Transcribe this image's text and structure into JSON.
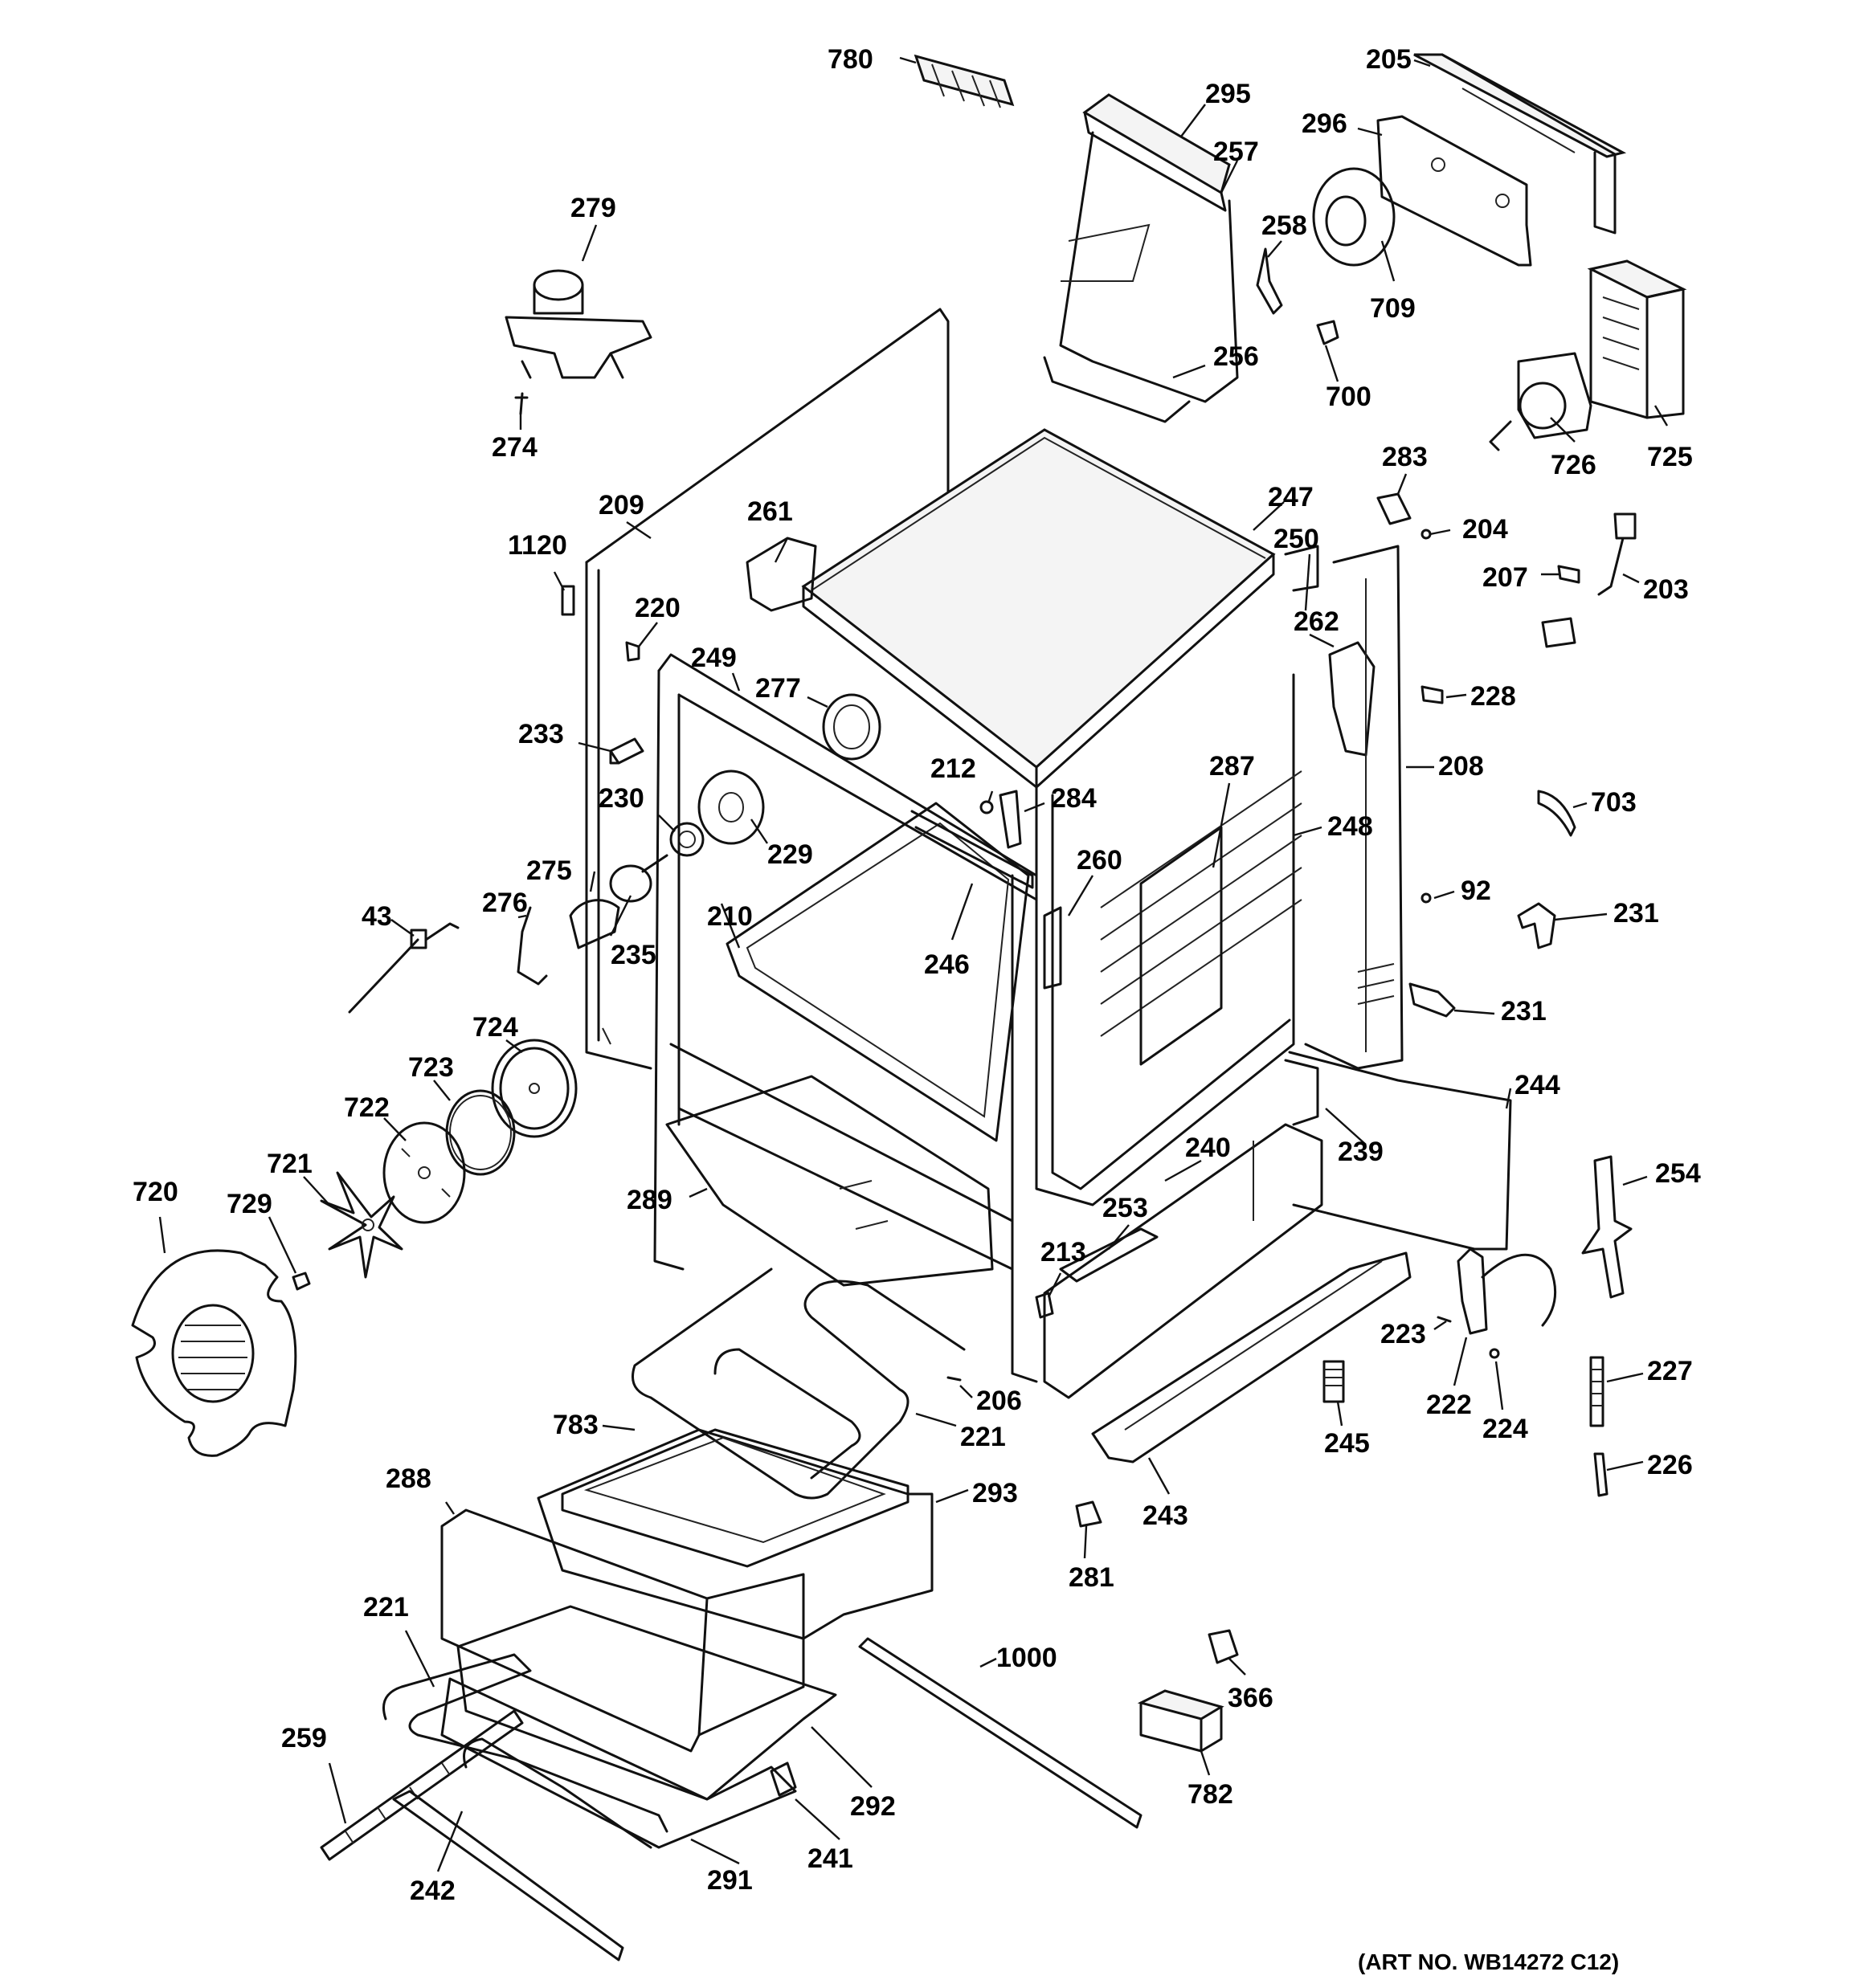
{
  "art_number": "(ART NO. WB14272 C12)",
  "labels": [
    {
      "id": "780",
      "text": "780"
    },
    {
      "id": "295",
      "text": "295"
    },
    {
      "id": "205",
      "text": "205"
    },
    {
      "id": "296",
      "text": "296"
    },
    {
      "id": "257",
      "text": "257"
    },
    {
      "id": "279",
      "text": "279"
    },
    {
      "id": "258",
      "text": "258"
    },
    {
      "id": "709",
      "text": "709"
    },
    {
      "id": "256",
      "text": "256"
    },
    {
      "id": "700",
      "text": "700"
    },
    {
      "id": "725",
      "text": "725"
    },
    {
      "id": "726",
      "text": "726"
    },
    {
      "id": "274",
      "text": "274"
    },
    {
      "id": "283",
      "text": "283"
    },
    {
      "id": "247",
      "text": "247"
    },
    {
      "id": "209",
      "text": "209"
    },
    {
      "id": "261",
      "text": "261"
    },
    {
      "id": "204",
      "text": "204"
    },
    {
      "id": "250",
      "text": "250"
    },
    {
      "id": "1120",
      "text": "1120"
    },
    {
      "id": "207",
      "text": "207"
    },
    {
      "id": "203",
      "text": "203"
    },
    {
      "id": "220",
      "text": "220"
    },
    {
      "id": "262",
      "text": "262"
    },
    {
      "id": "249",
      "text": "249"
    },
    {
      "id": "228",
      "text": "228"
    },
    {
      "id": "277",
      "text": "277"
    },
    {
      "id": "233",
      "text": "233"
    },
    {
      "id": "208",
      "text": "208"
    },
    {
      "id": "287",
      "text": "287"
    },
    {
      "id": "212",
      "text": "212"
    },
    {
      "id": "284",
      "text": "284"
    },
    {
      "id": "703",
      "text": "703"
    },
    {
      "id": "230",
      "text": "230"
    },
    {
      "id": "248",
      "text": "248"
    },
    {
      "id": "229",
      "text": "229"
    },
    {
      "id": "260",
      "text": "260"
    },
    {
      "id": "275",
      "text": "275"
    },
    {
      "id": "92",
      "text": "92"
    },
    {
      "id": "210",
      "text": "210"
    },
    {
      "id": "276",
      "text": "276"
    },
    {
      "id": "231a",
      "text": "231"
    },
    {
      "id": "43",
      "text": "43"
    },
    {
      "id": "235",
      "text": "235"
    },
    {
      "id": "246",
      "text": "246"
    },
    {
      "id": "231b",
      "text": "231"
    },
    {
      "id": "724",
      "text": "724"
    },
    {
      "id": "723",
      "text": "723"
    },
    {
      "id": "244",
      "text": "244"
    },
    {
      "id": "722",
      "text": "722"
    },
    {
      "id": "240",
      "text": "240"
    },
    {
      "id": "239",
      "text": "239"
    },
    {
      "id": "721",
      "text": "721"
    },
    {
      "id": "254",
      "text": "254"
    },
    {
      "id": "720",
      "text": "720"
    },
    {
      "id": "729",
      "text": "729"
    },
    {
      "id": "289",
      "text": "289"
    },
    {
      "id": "253",
      "text": "253"
    },
    {
      "id": "213",
      "text": "213"
    },
    {
      "id": "223",
      "text": "223"
    },
    {
      "id": "227",
      "text": "227"
    },
    {
      "id": "222",
      "text": "222"
    },
    {
      "id": "206",
      "text": "206"
    },
    {
      "id": "224",
      "text": "224"
    },
    {
      "id": "783",
      "text": "783"
    },
    {
      "id": "221a",
      "text": "221"
    },
    {
      "id": "245",
      "text": "245"
    },
    {
      "id": "226",
      "text": "226"
    },
    {
      "id": "293",
      "text": "293"
    },
    {
      "id": "243",
      "text": "243"
    },
    {
      "id": "288",
      "text": "288"
    },
    {
      "id": "281",
      "text": "281"
    },
    {
      "id": "221b",
      "text": "221"
    },
    {
      "id": "1000",
      "text": "1000"
    },
    {
      "id": "366",
      "text": "366"
    },
    {
      "id": "259",
      "text": "259"
    },
    {
      "id": "292",
      "text": "292"
    },
    {
      "id": "782",
      "text": "782"
    },
    {
      "id": "241",
      "text": "241"
    },
    {
      "id": "291",
      "text": "291"
    },
    {
      "id": "242",
      "text": "242"
    }
  ]
}
